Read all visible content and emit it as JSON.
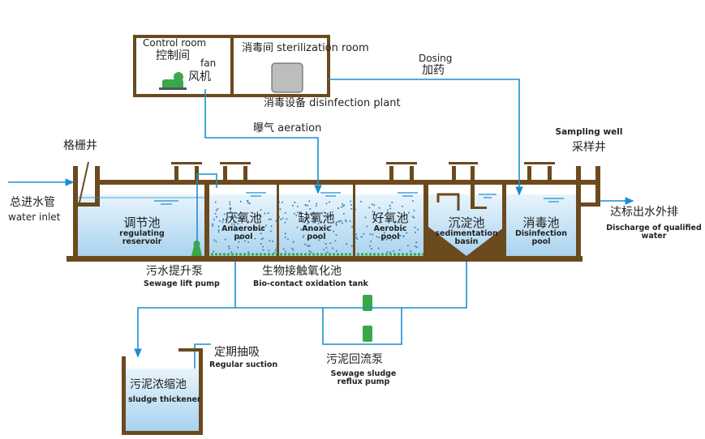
{
  "colors": {
    "wall": "#6b4a1e",
    "water": "#cfe8f8",
    "pipe": "#1a8fd0",
    "media": "#3aa84a"
  },
  "control_room": {
    "en": "Control room",
    "zh": "控制间",
    "fan_en": "fan",
    "fan_zh": "风机"
  },
  "sterilization_room": {
    "label": "消毒间 sterilization room"
  },
  "disinfection_plant": {
    "label": "消毒设备 disinfection plant"
  },
  "dosing": {
    "en": "Dosing",
    "zh": "加药"
  },
  "aeration": {
    "label": "曝气 aeration"
  },
  "grille_well": {
    "zh": "格栅井"
  },
  "inlet": {
    "zh": "总进水管",
    "en": "water inlet"
  },
  "sampling_well": {
    "en": "Sampling well",
    "zh": "采样井"
  },
  "discharge": {
    "zh": "达标出水外排",
    "en1": "Discharge of qualified",
    "en2": "water"
  },
  "pools": [
    {
      "zh": "调节池",
      "en1": "regulating",
      "en2": "reservoir"
    },
    {
      "zh": "厌氧池",
      "en1": "Anaerobic",
      "en2": "pool"
    },
    {
      "zh": "缺氧池",
      "en1": "Anoxic",
      "en2": "pool"
    },
    {
      "zh": "好氧池",
      "en1": "Aerobic",
      "en2": "pool"
    },
    {
      "zh": "沉淀池",
      "en1": "sedimentation",
      "en2": "basin"
    },
    {
      "zh": "消毒池",
      "en1": "Disinfection",
      "en2": "pool"
    }
  ],
  "lift_pump": {
    "zh": "污水提升泵",
    "en": "Sewage lift pump"
  },
  "bio_tank": {
    "zh": "生物接触氧化池",
    "en": "Bio-contact oxidation tank"
  },
  "regular_suction": {
    "zh": "定期抽吸",
    "en": "Regular suction"
  },
  "sludge_thickener": {
    "zh": "污泥浓缩池",
    "en": "sludge thickener"
  },
  "reflux_pump": {
    "zh": "污泥回流泵",
    "en1": "Sewage sludge",
    "en2": "reflux pump"
  }
}
